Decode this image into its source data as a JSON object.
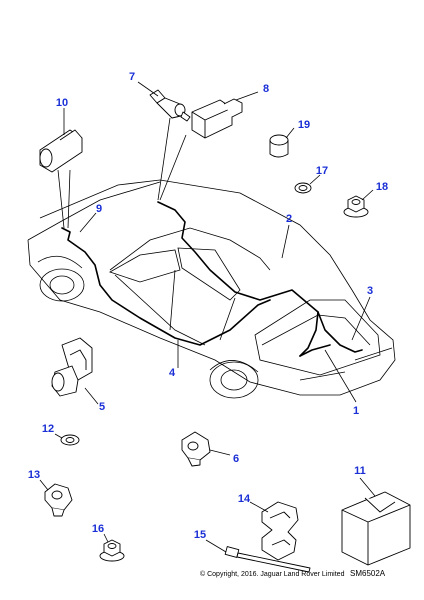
{
  "callouts": {
    "c1": "1",
    "c2": "2",
    "c3": "3",
    "c4": "4",
    "c5": "5",
    "c6": "6",
    "c7": "7",
    "c8": "8",
    "c9": "9",
    "c10": "10",
    "c11": "11",
    "c12": "12",
    "c13": "13",
    "c14": "14",
    "c15": "15",
    "c16": "16",
    "c17": "17",
    "c18": "18",
    "c19": "19"
  },
  "footer": {
    "copyright": "© Copyright, 2016. Jaguar Land Rover Limited",
    "reference": "SM6502A"
  },
  "colors": {
    "callout": "#1a2fd6",
    "line": "#000000",
    "background": "#ffffff"
  }
}
